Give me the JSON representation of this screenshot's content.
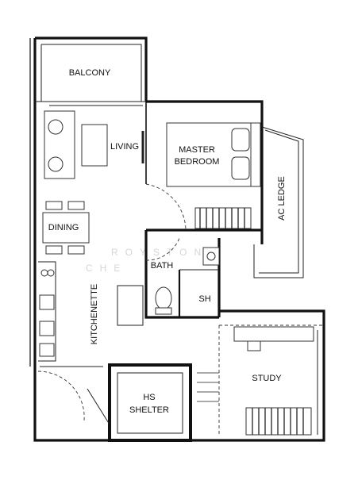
{
  "rooms": {
    "balcony": "BALCONY",
    "living": "LIVING",
    "master_bedroom_line1": "MASTER",
    "master_bedroom_line2": "BEDROOM",
    "ac_ledge": "AC LEDGE",
    "dining": "DINING",
    "bath": "BATH",
    "shower": "SH",
    "kitchenette": "KITCHENETTE",
    "study": "STUDY",
    "hs_shelter_line1": "HS",
    "hs_shelter_line2": "SHELTER"
  },
  "watermark": {
    "line1": "ROYSTON",
    "line2": "CHE"
  },
  "colors": {
    "wall": "#111111",
    "fixture": "#333333",
    "background": "#ffffff"
  }
}
